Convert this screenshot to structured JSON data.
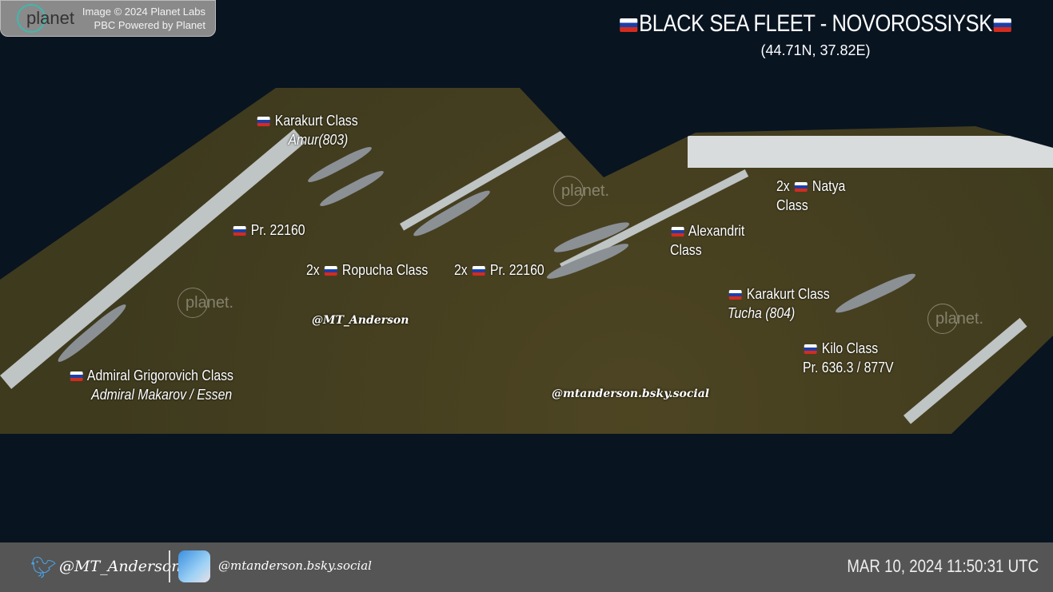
{
  "credit": {
    "logo": "planet",
    "line1": "Image © 2024 Planet Labs",
    "line2": "PBC Powered by Planet"
  },
  "header": {
    "title": "BLACK SEA FLEET - NOVOROSSIYSK",
    "coords": "(44.71N, 37.82E)"
  },
  "watermark": "planet.",
  "labels": [
    {
      "name": "Karakurt Class",
      "sub": "Amur(803)"
    },
    {
      "name": "Pr. 22160"
    },
    {
      "prefix": "2x",
      "name": "Ropucha Class"
    },
    {
      "prefix": "2x",
      "name": "Pr. 22160"
    },
    {
      "name": "Alexandrit",
      "sub": "Class"
    },
    {
      "prefix": "2x",
      "name": "Natya",
      "sub": "Class"
    },
    {
      "name": "Karakurt Class",
      "sub": "Tucha (804)"
    },
    {
      "name": "Kilo Class",
      "sub": "Pr. 636.3 / 877V"
    },
    {
      "name": "Admiral Grigorovich Class",
      "sub": "Admiral Makarov / Essen"
    }
  ],
  "handles": {
    "twitter": "@MT_Anderson",
    "bluesky": "@mtanderson.bsky.social"
  },
  "footer": {
    "twitter": "@MT_Anderson",
    "bluesky": "@mtanderson.bsky.social",
    "datetime": "MAR 10, 2024 11:50:31 UTC"
  },
  "colors": {
    "background": "#091421",
    "footer": "#555555",
    "twitter": "#4aa3e8",
    "planet": "#3fb8ad"
  }
}
